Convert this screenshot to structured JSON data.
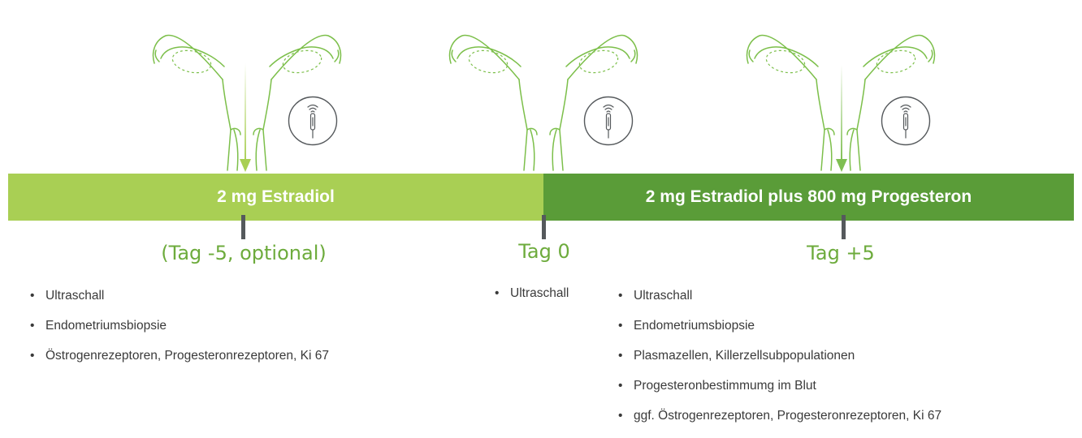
{
  "phases": [
    {
      "label": "2 mg Estradiol",
      "color": "#a9cf54"
    },
    {
      "label": "2 mg Estradiol plus 800 mg Progesteron",
      "color": "#5a9c38"
    }
  ],
  "days": [
    {
      "label": "(Tag -5, optional)"
    },
    {
      "label": "Tag 0"
    },
    {
      "label": "Tag +5"
    }
  ],
  "exam_lists": {
    "day_minus5": [
      "Ultraschall",
      "Endometriumsbiopsie",
      "Östrogenrezeptoren, Progesteronrezeptoren, Ki 67"
    ],
    "day_0": [
      "Ultraschall"
    ],
    "day_plus5": [
      "Ultraschall",
      "Endometriumsbiopsie",
      "Plasmazellen, Killerzellsubpopulationen",
      "Progesteronbestimmumg im Blut",
      "ggf. Östrogenrezeptoren, Progesteronrezeptoren, Ki 67"
    ]
  },
  "icons": {
    "uterus": "uterus-outline-icon",
    "probe": "ultrasound-probe-icon",
    "arrow": "down-arrow-icon"
  },
  "colors": {
    "uterus_outline": "#7cbf4a",
    "light_green": "#a9cf54",
    "dark_green": "#5a9c38",
    "label_green": "#6dab3c",
    "tick": "#55595c"
  }
}
